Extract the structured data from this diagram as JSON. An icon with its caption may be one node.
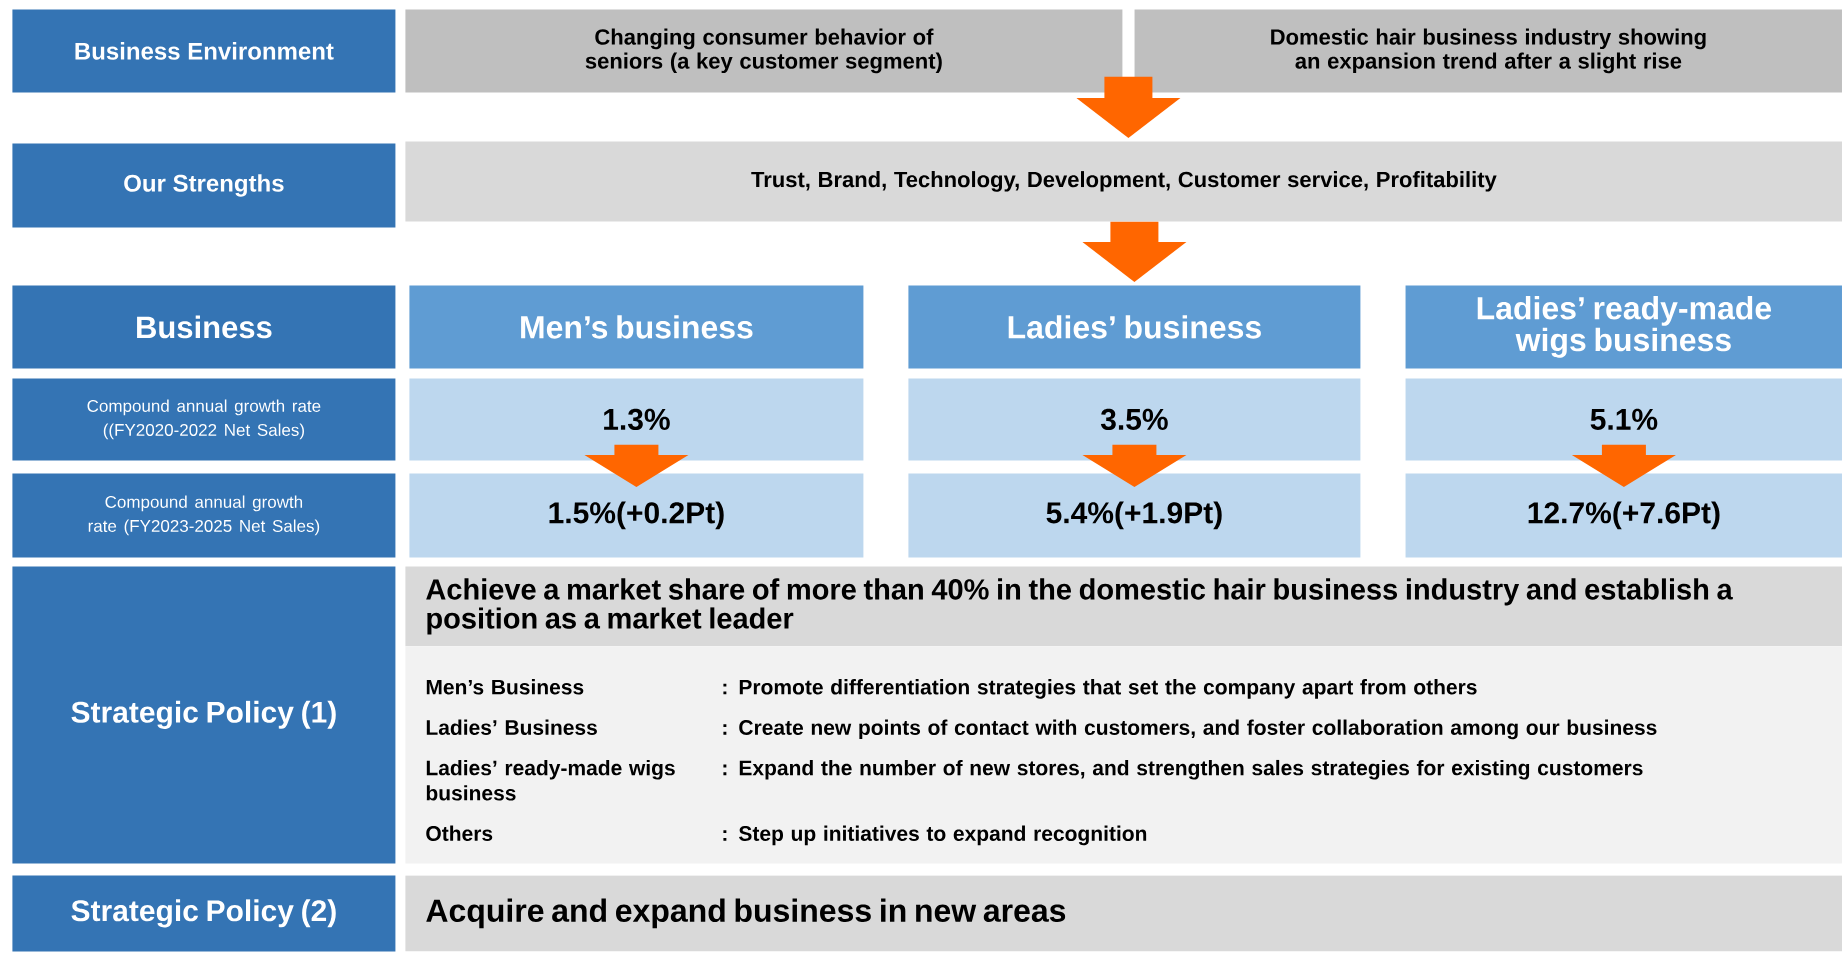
{
  "diagram": {
    "nodes": [
      {
        "text": [
          "Business Environment"
        ]
      },
      {
        "text": [
          "Changing consumer behavior of seniors (a key customer segment)"
        ]
      },
      {
        "text": [
          "Domestic hair business industry showing an expansion trend after a slight rise"
        ]
      },
      {
        "text": [
          "Our Strengths"
        ]
      },
      {
        "text": [
          "Trust, Brand, Technology, Development, Customer service, Profitability"
        ]
      },
      {
        "text": [
          "Business"
        ]
      },
      {
        "text": [
          "Men’s business"
        ]
      },
      {
        "text": [
          "Ladies’ business"
        ]
      },
      {
        "text": [
          "Ladies’ ready-made wigs business"
        ]
      },
      {
        "text": [
          "Compound annual growth rate ((FY2020-2022 Net Sales)"
        ]
      },
      {
        "text": [
          "1.3%"
        ]
      },
      {
        "text": [
          "3.5%"
        ]
      },
      {
        "text": [
          "5.1%"
        ]
      },
      {
        "text": [
          "Compound annual growth rate (FY2023-2025 Net Sales)"
        ]
      },
      {
        "text": [
          "1.5%(+0.2Pt)"
        ]
      },
      {
        "text": [
          "5.4%(+1.9Pt)"
        ]
      },
      {
        "text": [
          "12.7%(+7.6Pt)"
        ]
      },
      {
        "text": [
          "Strategic Policy (1)"
        ]
      },
      {
        "text": [
          "Achieve a market share of more than 40% in the domestic hair business industry and establish a position as a market leader"
        ]
      },
      {
        "text": [
          "Men’s Business",
          ": Promote differentiation strategies that set the company apart from others",
          "Ladies’ Business",
          ": Create new points of contact with customers, and foster collaboration among our business",
          "Ladies’ ready-made wigs business",
          ": Expand the number of new stores, and strengthen sales strategies for existing customers",
          "Others",
          ": Step up initiatives to expand recognition"
        ]
      },
      {
        "text": [
          "Strategic Policy (2)"
        ]
      },
      {
        "text": [
          "Acquire and expand business in new areas"
        ]
      }
    ],
    "edges": [
      {
        "from": 1,
        "to": 4,
        "arrow": "to"
      },
      {
        "from": 2,
        "to": 4,
        "arrow": "to"
      },
      {
        "from": 4,
        "to": 7,
        "arrow": "to"
      },
      {
        "from": 10,
        "to": 14,
        "arrow": "to"
      },
      {
        "from": 11,
        "to": 15,
        "arrow": "to"
      },
      {
        "from": 12,
        "to": 16,
        "arrow": "to"
      }
    ]
  }
}
